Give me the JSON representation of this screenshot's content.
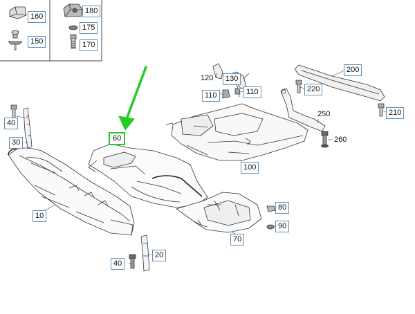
{
  "legend": {
    "items": [
      {
        "code": "160"
      },
      {
        "code": "150"
      },
      {
        "code": "180"
      },
      {
        "code": "175"
      },
      {
        "code": "170"
      }
    ]
  },
  "callouts": {
    "c120": "120",
    "c130": "130",
    "c110a": "110",
    "c110b": "110",
    "c200": "200",
    "c220": "220",
    "c210": "210",
    "c250": "250",
    "c260": "260",
    "c40a": "40",
    "c30": "30",
    "c100": "100",
    "c80": "80",
    "c90": "90",
    "c10": "10",
    "c70": "70",
    "c40b": "40",
    "c20": "20",
    "highlighted": "60"
  },
  "colors": {
    "callout_border": "#5a8fc0",
    "arrow": "#22cc22",
    "highlight": "#22cc22",
    "line": "#333333"
  }
}
